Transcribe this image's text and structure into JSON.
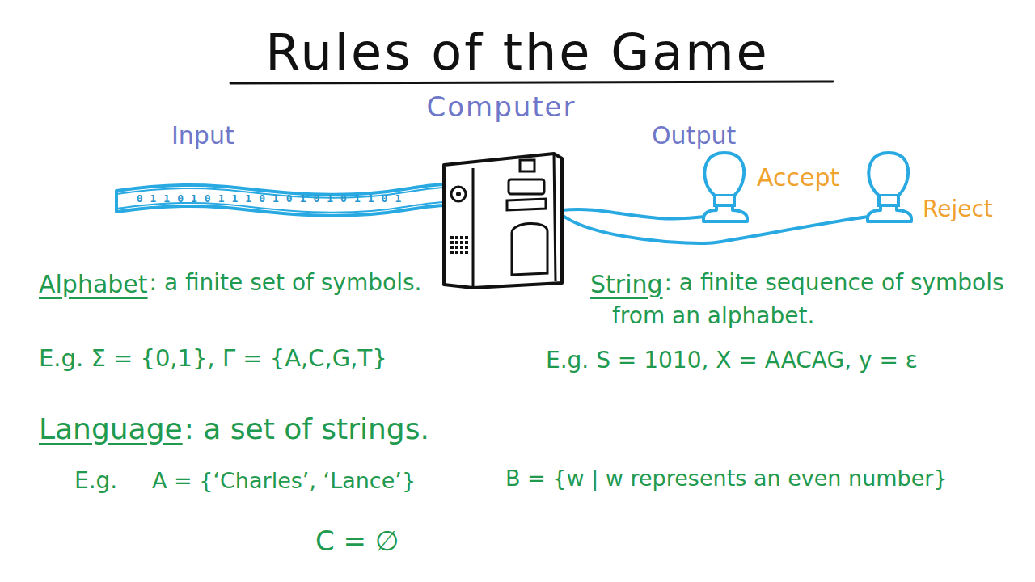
{
  "diagram": {
    "title": "Rules of the Game",
    "nodes": [
      {
        "text": [
          "01101011101010101101"
        ]
      },
      {
        "text": [
          "Computer"
        ]
      },
      {
        "text": [
          "Accept"
        ]
      },
      {
        "text": [
          "Reject"
        ]
      }
    ],
    "edges": [
      {
        "from": 1,
        "to": 2,
        "arrow": "none"
      },
      {
        "from": 1,
        "to": 3,
        "arrow": "none"
      }
    ],
    "labels": [
      "Input",
      "Output",
      "Alphabet",
      ": a finite set of symbols.",
      "E.g.  Σ = {0,1},  Γ = {A,C,G,T}",
      "String",
      ": a finite sequence of symbols from an alphabet.",
      "E.g. S = 1010, X = AACAG, y = ε",
      "Language",
      ": a set of strings.",
      "E.g.",
      "A = {‘Charles’, ‘Lance’}",
      "B = {w | w represents an even number}",
      "C = ∅"
    ]
  }
}
